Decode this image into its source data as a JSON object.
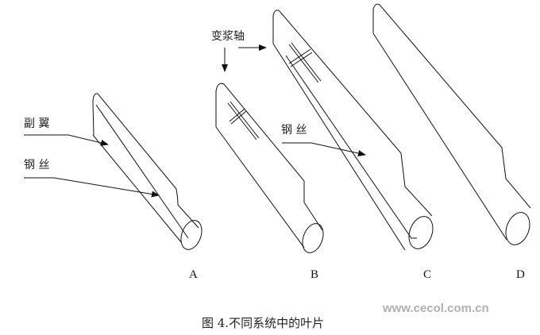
{
  "labels": {
    "aileron": "副 翼",
    "steel_wire_a": "钢 丝",
    "steel_wire_c": "钢 丝",
    "pitch_axis": "变浆轴"
  },
  "blades": [
    "A",
    "B",
    "C",
    "D"
  ],
  "watermark": "www.cecol.com.cn",
  "caption": "图 4.不同系统中的叶片"
}
